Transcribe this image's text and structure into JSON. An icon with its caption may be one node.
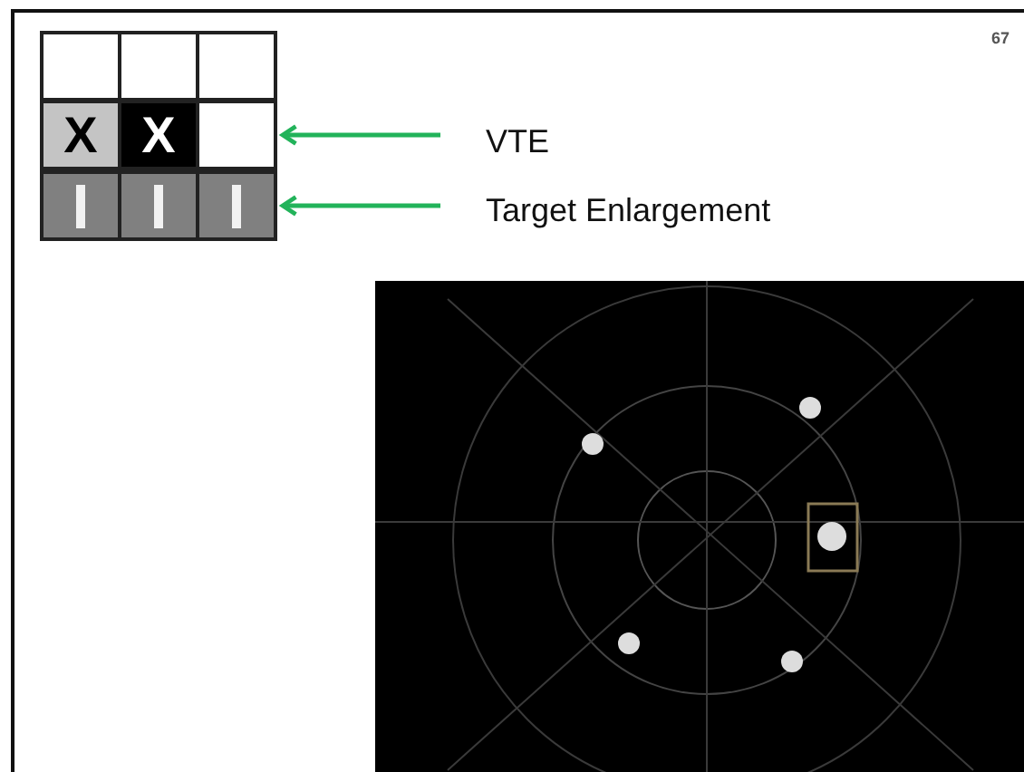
{
  "diagram": {
    "nodes": [
      {
        "text": [
          "X",
          "X"
        ]
      },
      {
        "text": [],
        "shape": "bar"
      },
      {
        "text": [
          "VTE"
        ]
      },
      {
        "text": [
          "Target Enlargement"
        ]
      }
    ],
    "edges": [
      {
        "from": 2,
        "to": 0,
        "arrow": "to",
        "color": "#22b35a"
      },
      {
        "from": 3,
        "to": 1,
        "arrow": "to",
        "color": "#22b35a"
      }
    ],
    "labels": [
      "67"
    ]
  }
}
